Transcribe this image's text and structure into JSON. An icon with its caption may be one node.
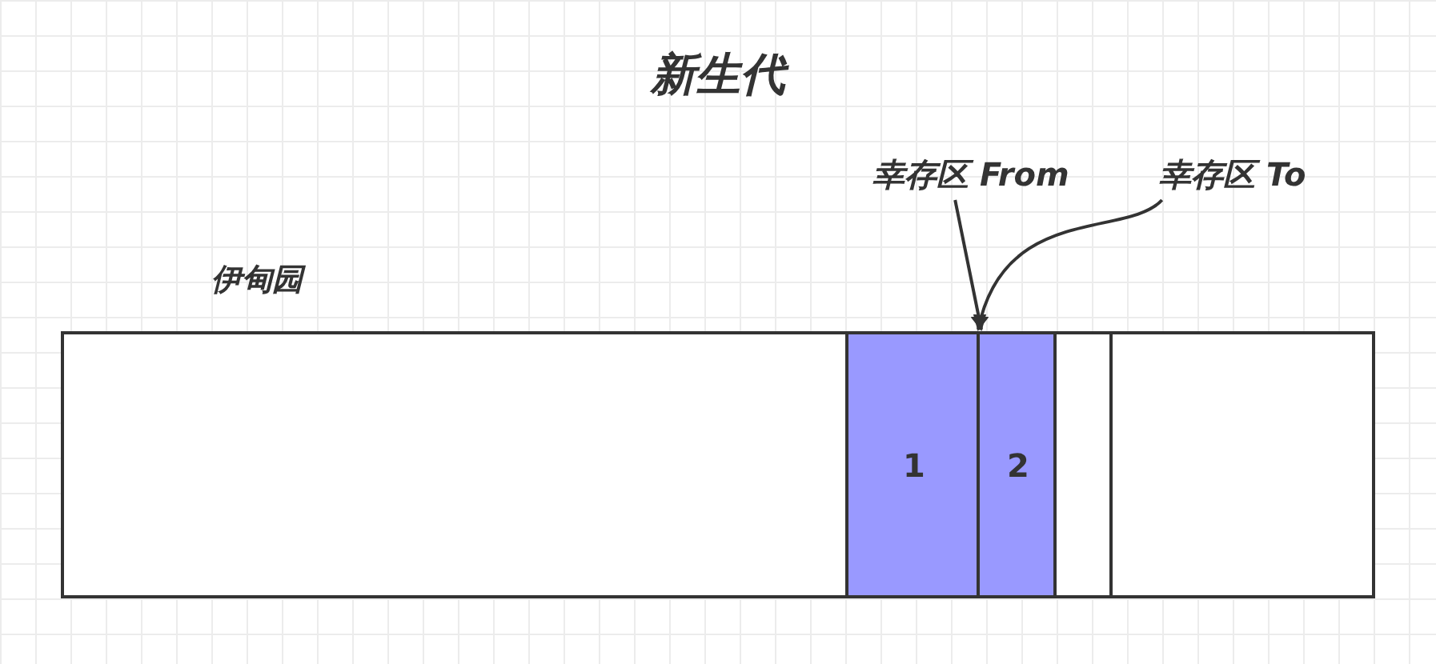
{
  "diagram": {
    "title": "新生代",
    "nodes": [
      {
        "text": [
          "伊甸园"
        ]
      },
      {
        "text": [
          "1"
        ]
      },
      {
        "text": [
          "2"
        ]
      },
      {
        "text": [],
        "shape": "box"
      },
      {
        "text": [],
        "shape": "box"
      },
      {
        "text": [
          "幸存区 From"
        ]
      },
      {
        "text": [
          "幸存区 To"
        ]
      }
    ],
    "edges": [
      {
        "from": 5,
        "to": 1,
        "arrow": "to"
      },
      {
        "from": 6,
        "to": 2,
        "arrow": "to"
      }
    ]
  }
}
